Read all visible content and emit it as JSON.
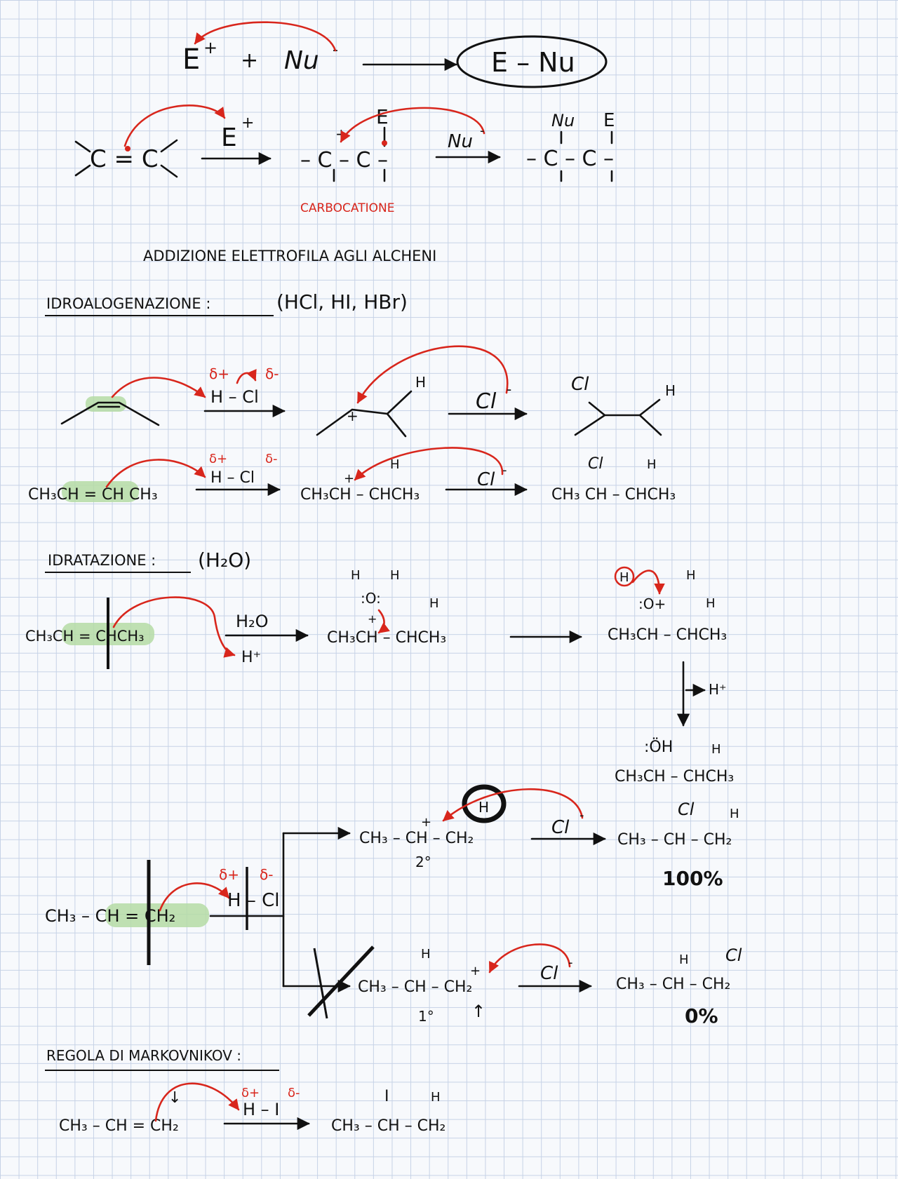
{
  "general": {
    "e_plus": "E",
    "e_plus_charge": "+",
    "plus_sign": "+",
    "nu_minus": "Nu",
    "nu_minus_charge": "-",
    "product": "E – Nu"
  },
  "mechanism": {
    "alkene": "C = C",
    "electrophile": "E",
    "electrophile_charge": "+",
    "cation": "– C – C –",
    "cation_charge": "+",
    "e_on_carbon": "E",
    "nucleophile": "Nu",
    "nucleophile_charge": "-",
    "product_top_nu": "Nu",
    "product_top_e": "E",
    "product": "– C – C –",
    "carbocation_label": "CARBOCATIONE"
  },
  "heading_addition": "ADDIZIONE ELETTROFILA AGLI ALCHENI",
  "hydrohalogenation": {
    "title": "IDROALOGENAZIONE :",
    "reagents": "(HCl, HI, HBr)",
    "delta_plus": "δ+",
    "delta_minus": "δ-",
    "reagent": "H – Cl",
    "skeletal_h": "H",
    "chloride": "Cl",
    "chloride_charge": "-",
    "skeletal_product_cl": "Cl",
    "skeletal_product_h": "H",
    "reactant": "CH₃CH = CH CH₃",
    "reagent2": "H – Cl",
    "cation_h": "H",
    "cation_charge": "+",
    "cation": "CH₃CH – CHCH₃",
    "chloride2": "Cl",
    "chloride2_charge": "-",
    "product_cl": "Cl",
    "product_h": "H",
    "product": "CH₃ CH – CHCH₃"
  },
  "hydration": {
    "title": "IDRATAZIONE :",
    "reagent_title": "(H₂O)",
    "reactant": "CH₃CH = CHCH₃",
    "water": "H₂O",
    "acid": "H⁺",
    "water_h_left": "H",
    "water_h_right": "H",
    "water_o": ":O:",
    "cation_charge": "+",
    "cation_h": "H",
    "cation": "CH₃CH – CHCH₃",
    "oxonium_h_circled": "H",
    "oxonium_h_right": "H",
    "oxonium_o": ":O+",
    "oxonium_h2": "H",
    "oxonium": "CH₃CH – CHCH₃",
    "deprotonation": "H⁺",
    "alcohol_oh": ":ÖH",
    "alcohol_h": "H",
    "alcohol": "CH₃CH – CHCH₃"
  },
  "markovnikov_example": {
    "reactant": "CH₃ – CH = CH₂",
    "delta_plus": "δ+",
    "delta_minus": "δ-",
    "reagent": "H – Cl",
    "secondary_h": "H",
    "secondary_charge": "+",
    "secondary_cation": "CH₃ – CH – CH₂",
    "secondary_label": "2°",
    "chloride": "Cl",
    "chloride_charge": "-",
    "secondary_product_cl": "Cl",
    "secondary_product_h": "H",
    "secondary_product": "CH₃ – CH – CH₂",
    "secondary_yield": "100%",
    "primary_h": "H",
    "primary_charge": "+",
    "primary_cation": "CH₃ – CH – CH₂",
    "primary_label": "1°",
    "primary_arrow": "↑",
    "chloride2": "Cl",
    "chloride2_charge": "-",
    "primary_product_h": "H",
    "primary_product_cl": "Cl",
    "primary_product": "CH₃ – CH – CH₂",
    "primary_yield": "0%"
  },
  "markovnikov_rule": {
    "title": "REGOLA DI MARKOVNIKOV :",
    "reactant": "CH₃ – CH = CH₂",
    "down_arrow": "↓",
    "delta_plus": "δ+",
    "delta_minus": "δ-",
    "reagent": "H – I",
    "product_i": "I",
    "product_h": "H",
    "product": "CH₃ – CH – CH₂"
  }
}
